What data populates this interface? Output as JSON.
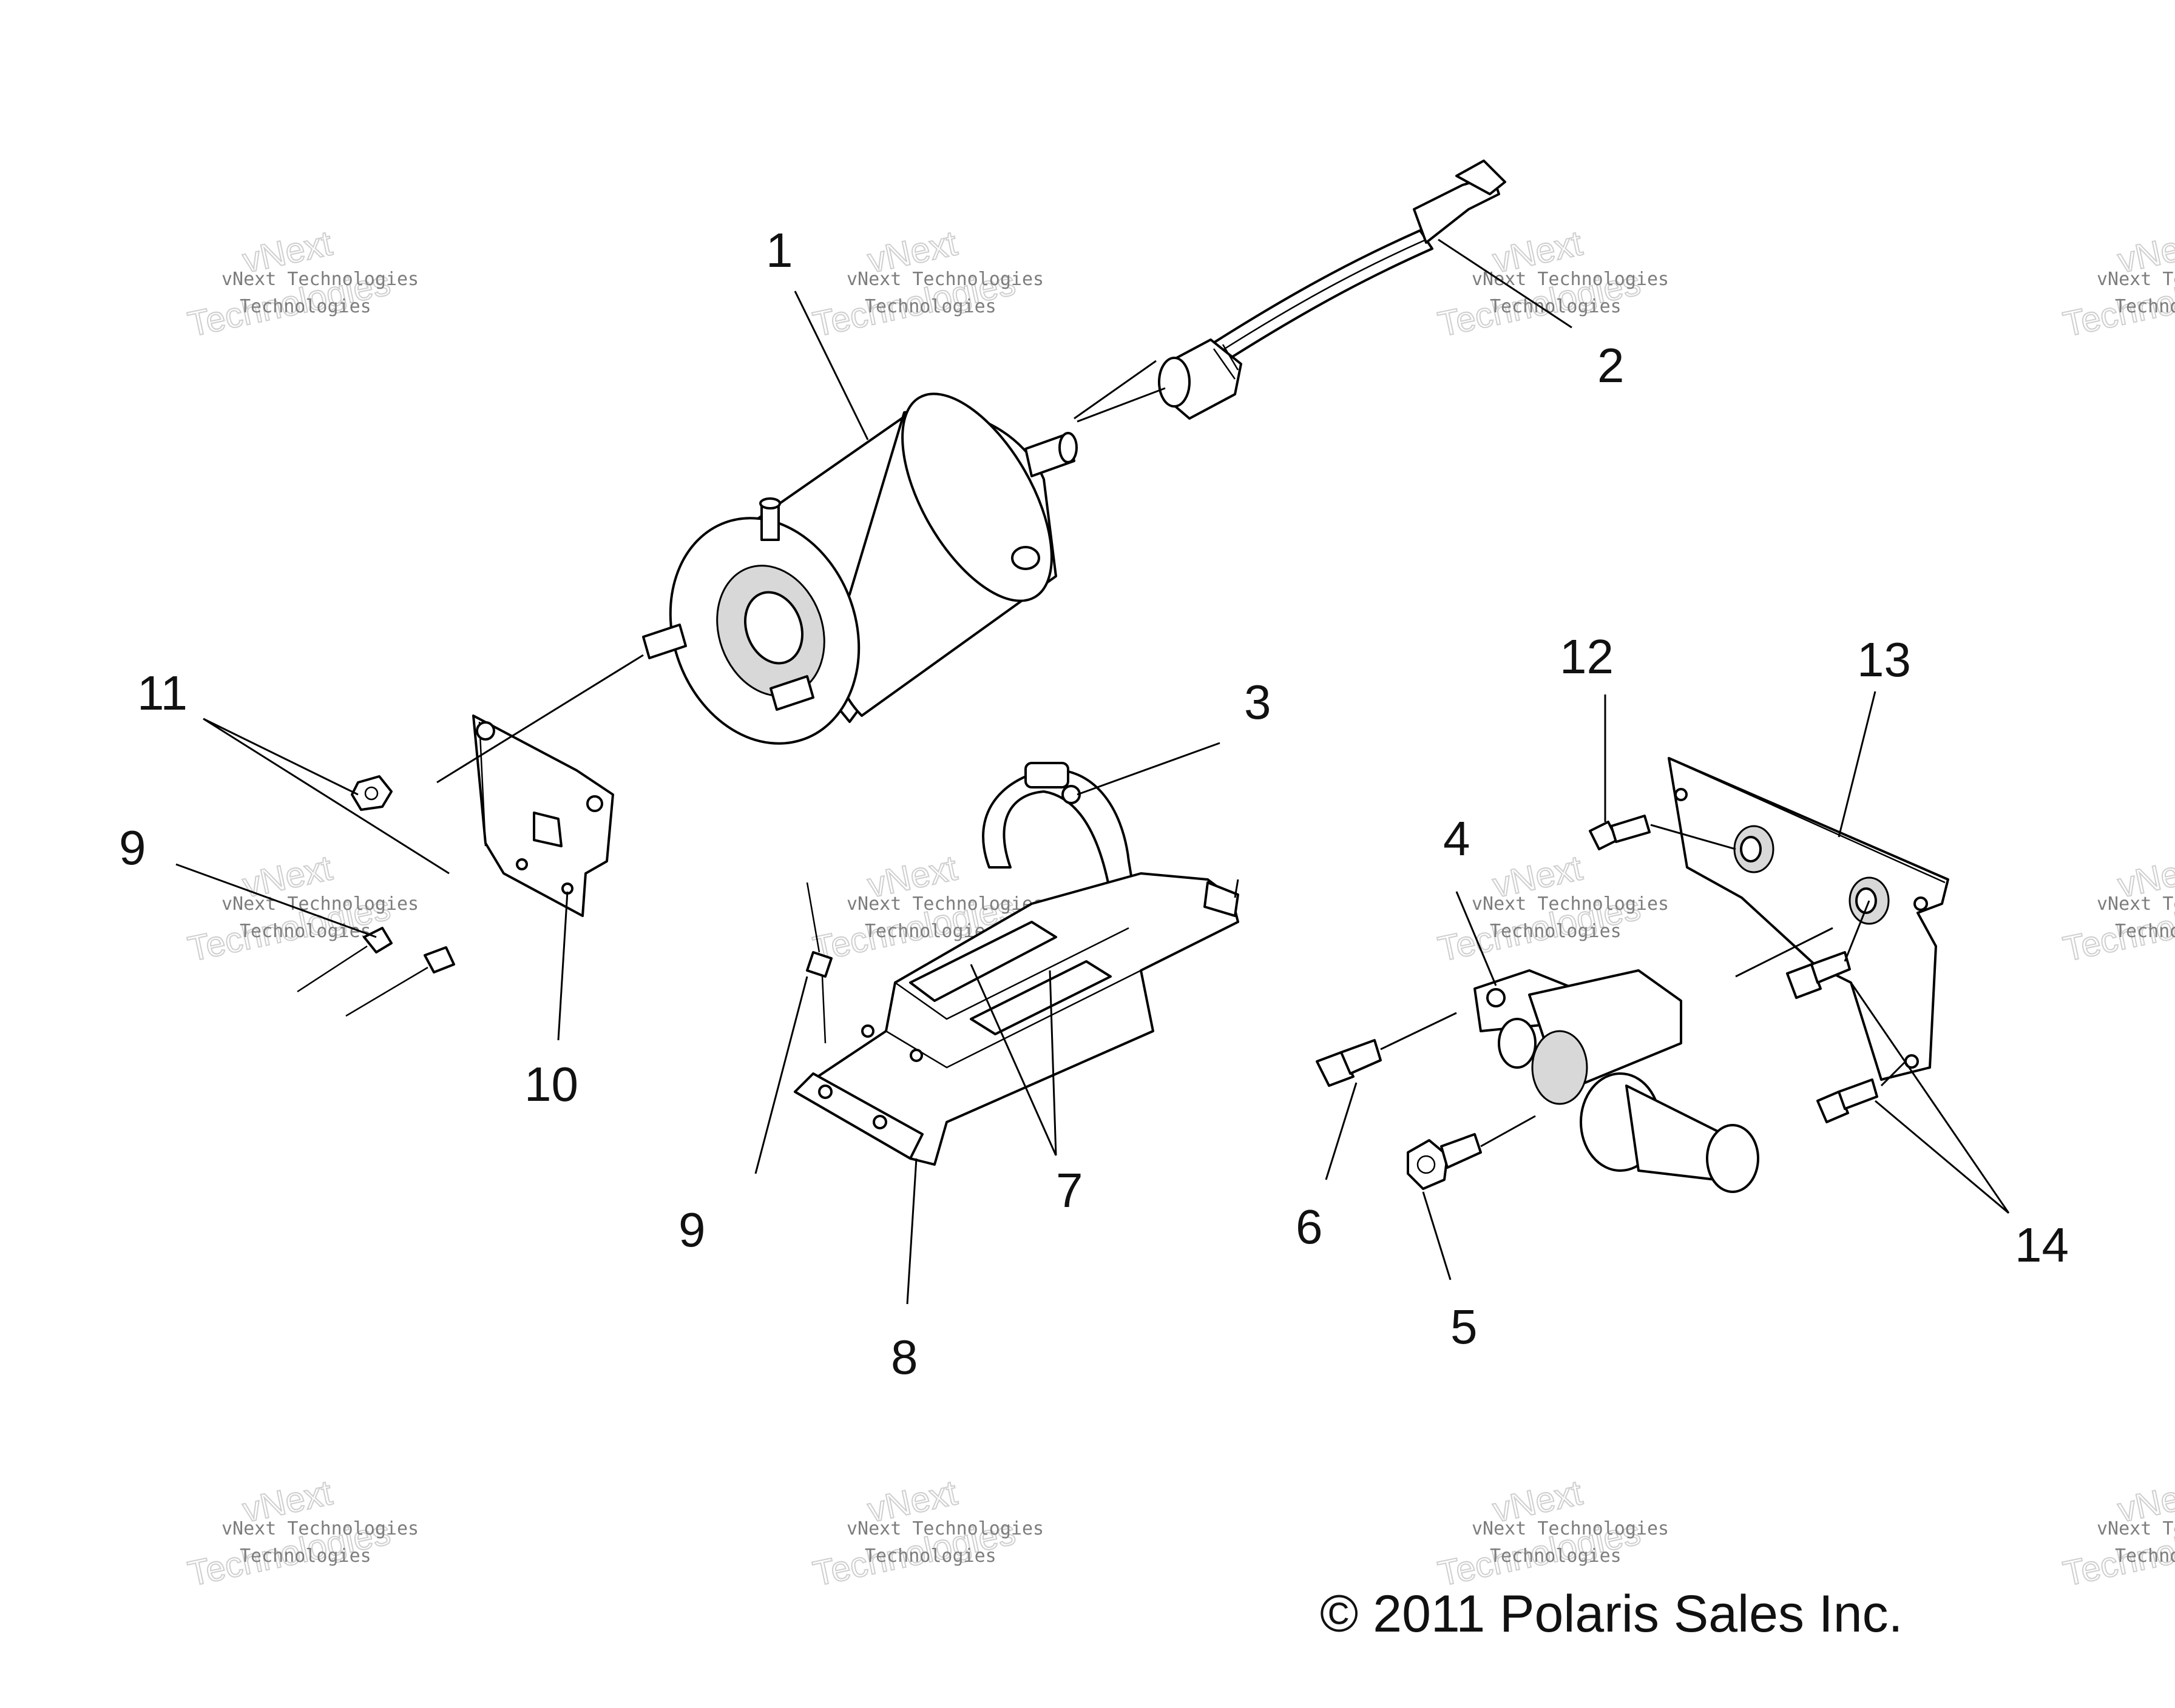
{
  "callouts": [
    {
      "id": "c1",
      "label": "1"
    },
    {
      "id": "c2",
      "label": "2"
    },
    {
      "id": "c3",
      "label": "3"
    },
    {
      "id": "c4",
      "label": "4"
    },
    {
      "id": "c5",
      "label": "5"
    },
    {
      "id": "c6",
      "label": "6"
    },
    {
      "id": "c7",
      "label": "7"
    },
    {
      "id": "c8",
      "label": "8"
    },
    {
      "id": "c9a",
      "label": "9"
    },
    {
      "id": "c9b",
      "label": "9"
    },
    {
      "id": "c10",
      "label": "10"
    },
    {
      "id": "c11",
      "label": "11"
    },
    {
      "id": "c12",
      "label": "12"
    },
    {
      "id": "c13",
      "label": "13"
    },
    {
      "id": "c14",
      "label": "14"
    }
  ],
  "copyright": "© 2011 Polaris Sales Inc.",
  "watermark": {
    "line1": "vNext Technologies",
    "line2": "vNext",
    "line3": "Technologies"
  }
}
